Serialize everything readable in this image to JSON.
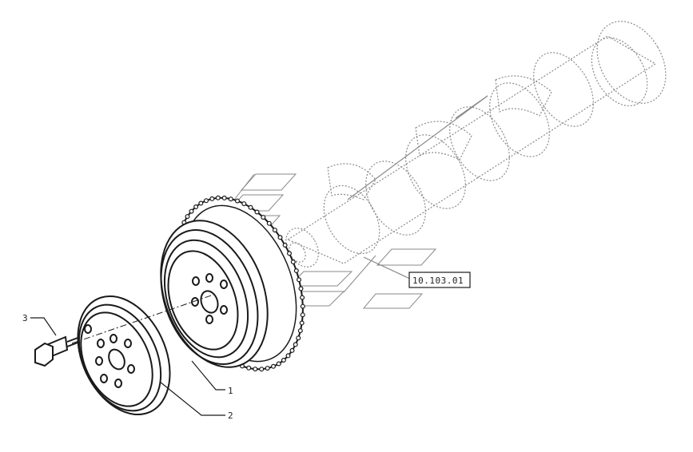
{
  "callouts": {
    "part_1": "1",
    "part_2": "2",
    "part_3": "3",
    "reference_box": "10.103.01"
  },
  "colors": {
    "ink": "#1a1a1a",
    "ghost": "#8a8a8a",
    "background": "#ffffff"
  },
  "components": {
    "flywheel_teeth": 60,
    "pulley_bolt_holes": 8
  }
}
